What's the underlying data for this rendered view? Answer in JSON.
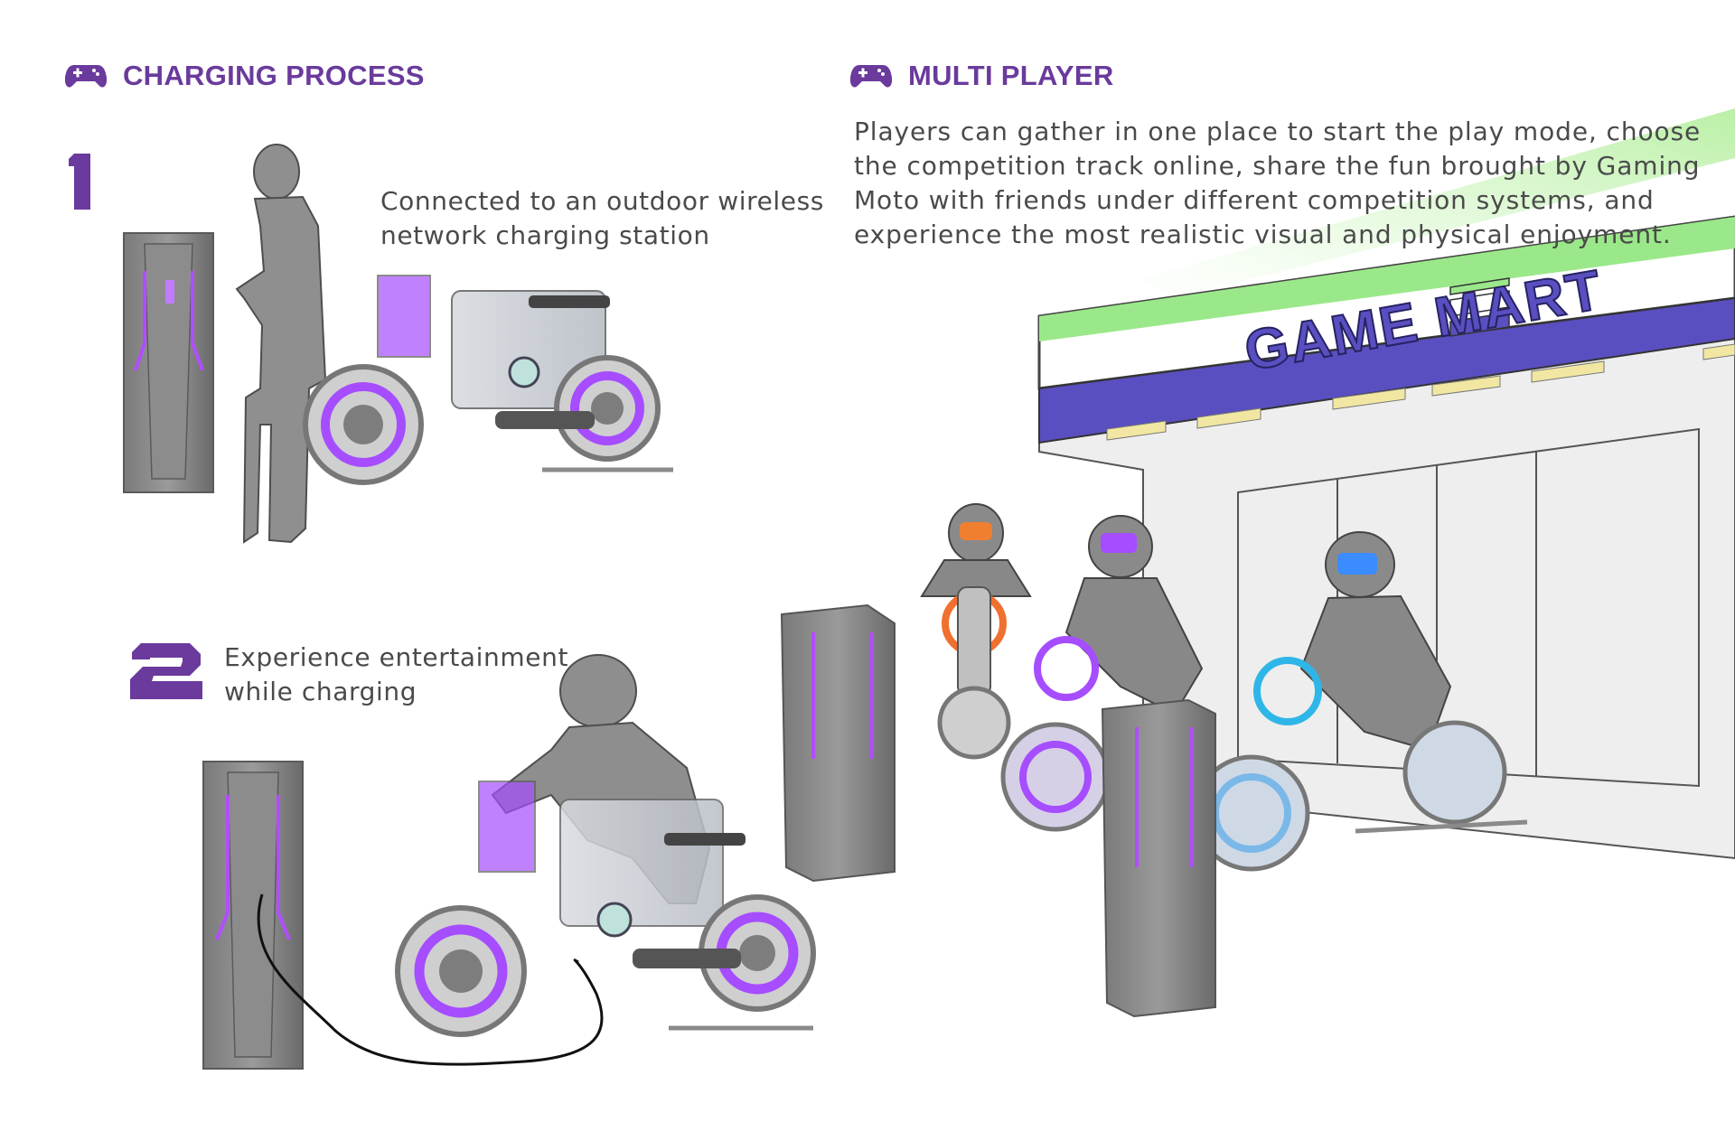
{
  "colors": {
    "accent": "#6a3a9c",
    "neon": "#a64dff",
    "text": "#4a4a4a",
    "store_green": "#9be88a"
  },
  "icons": [
    "gamepad-icon"
  ],
  "charging": {
    "title": "CHARGING PROCESS",
    "step1": {
      "number": "1",
      "text_line1": "Connected to an outdoor wireless",
      "text_line2": "network charging station"
    },
    "step2": {
      "number": "2",
      "text_line1": "Experience entertainment",
      "text_line2": "while charging"
    }
  },
  "multiplayer": {
    "title": "MULTI PLAYER",
    "line1": "Players can gather in one place to start the play mode, choose",
    "line2": "the competition track online, share the fun brought by Gaming",
    "line3": "Moto with friends under different competition systems, and",
    "line4": "experience the most realistic visual and physical enjoyment."
  },
  "store": {
    "sign": "GAME MART"
  }
}
